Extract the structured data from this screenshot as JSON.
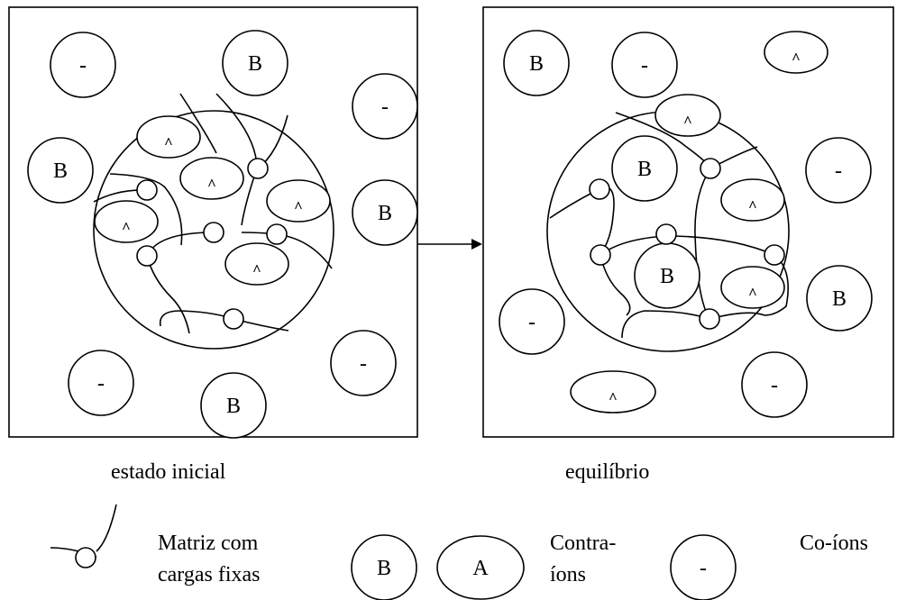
{
  "panels": {
    "initial": {
      "caption": "estado inicial"
    },
    "equilibrium": {
      "caption": "equilíbrio"
    }
  },
  "ions": {
    "counter_ion_label": "B",
    "co_ion_label": "-",
    "absorbed_marker": "^"
  },
  "legend": {
    "matrix_label_line1": "Matriz com",
    "matrix_label_line2": "cargas fixas",
    "counter_ion_b": "B",
    "counter_ion_a": "A",
    "counter_ions_label_line1": "Contra-",
    "counter_ions_label_line2": "íons",
    "co_ion_symbol": "-",
    "co_ions_label": "Co-íons"
  }
}
